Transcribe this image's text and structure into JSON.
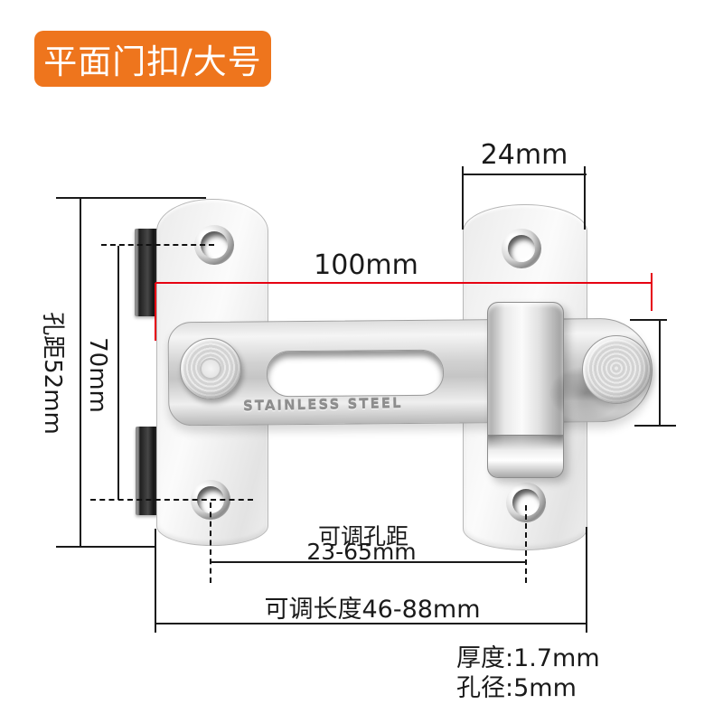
{
  "badge": {
    "label": "平面门扣/大号"
  },
  "product": {
    "engraving": "STAINLESS STEEL"
  },
  "dimensions": {
    "plate_width": "24mm",
    "overall_length": "100mm",
    "plate_height_label": "孔距52mm",
    "hole_spacing": "70mm",
    "adjustable_hole_line1": "可调孔距",
    "adjustable_hole_line2": "23-65mm",
    "adjustable_length": "可调长度46-88mm",
    "thickness": "厚度:1.7mm",
    "hole_diameter": "孔径:5mm"
  },
  "colors": {
    "accent_orange": "#EE751D",
    "dimension_red": "#E60012",
    "line_black": "#1A1A1A"
  }
}
